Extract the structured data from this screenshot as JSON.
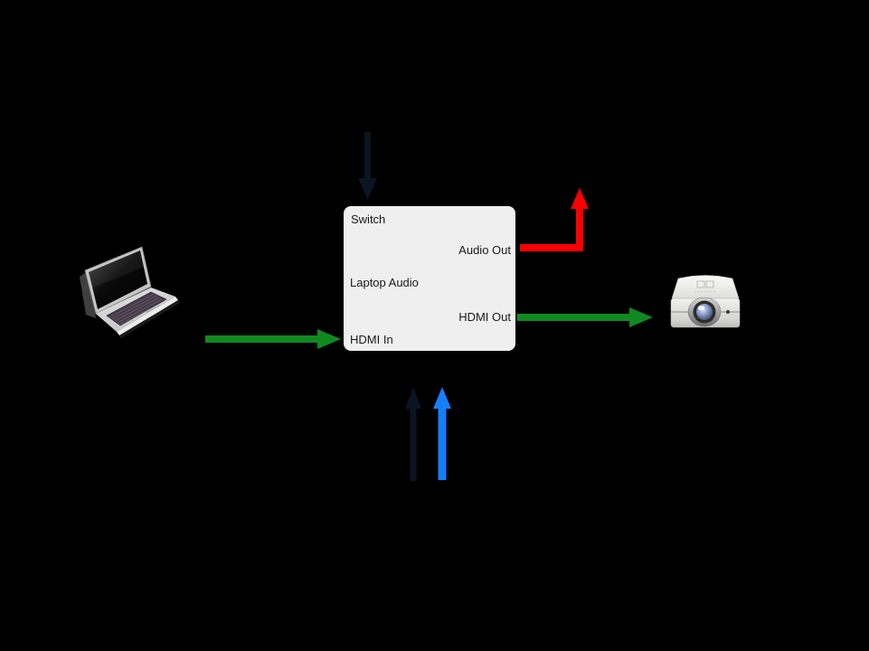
{
  "diagram": {
    "background_color": "#000000",
    "switch_box": {
      "title": "Switch",
      "fill": "#efefef",
      "text_color": "#1a1a1a",
      "ports": {
        "audio_out": "Audio Out",
        "laptop_audio": "Laptop Audio",
        "hdmi_out": "HDMI Out",
        "hdmi_in": "HDMI In"
      }
    },
    "nodes": {
      "laptop": {
        "icon": "laptop-icon"
      },
      "projector": {
        "icon": "projector-icon"
      }
    },
    "arrows": {
      "top_dark": {
        "color": "#0a1522",
        "direction": "down"
      },
      "audio_out": {
        "color": "#fa0000",
        "direction": "up-elbow"
      },
      "laptop_in": {
        "color": "#108a20",
        "direction": "right"
      },
      "hdmi_out": {
        "color": "#108a20",
        "direction": "right"
      },
      "bottom_dark": {
        "color": "#0a1522",
        "direction": "up"
      },
      "bottom_blue": {
        "color": "#157efb",
        "direction": "up"
      }
    }
  }
}
